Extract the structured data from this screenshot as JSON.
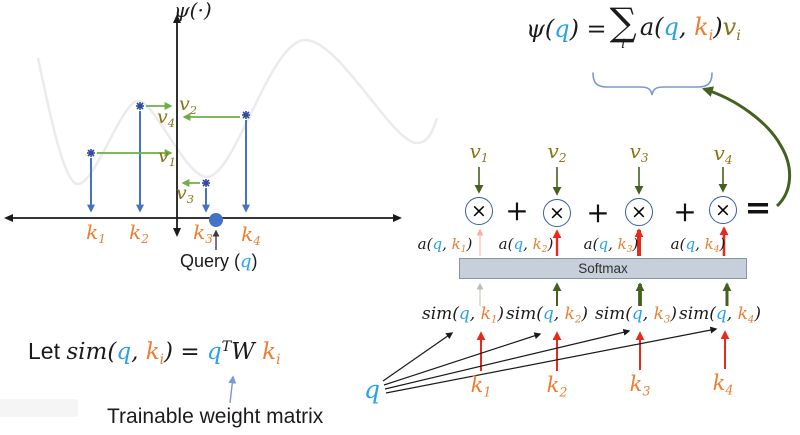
{
  "colors": {
    "blue": "#29A3E8",
    "orange": "#ED7D31",
    "olive": "#8A7419",
    "red": "#E8291C",
    "salmon": "#F5B09C",
    "green": "#70AD47",
    "darkgreen": "#44611F",
    "palegreen": "#B9C2AC",
    "blueline": "#4472C4",
    "navy": "#2E4A9E",
    "softblue": "#7B96D9",
    "softmax_fill": "#C7CFDA",
    "softmax_border": "#8495AB",
    "axis": "#1A1A1A",
    "curve": "#EBEBEB",
    "black": "#1B1B1B"
  },
  "left": {
    "psi_label": [
      {
        "t": "ψ(·)"
      }
    ],
    "v_labels": [
      [
        {
          "t": "v",
          "c": "olive"
        },
        {
          "t": "1",
          "c": "olive",
          "sub": 1
        }
      ],
      [
        {
          "t": "v",
          "c": "olive"
        },
        {
          "t": "2",
          "c": "olive",
          "sub": 1
        }
      ],
      [
        {
          "t": "v",
          "c": "olive"
        },
        {
          "t": "3",
          "c": "olive",
          "sub": 1
        }
      ],
      [
        {
          "t": "v",
          "c": "olive"
        },
        {
          "t": "4",
          "c": "olive",
          "sub": 1
        }
      ]
    ],
    "k_labels": [
      [
        {
          "t": "k",
          "c": "orange"
        },
        {
          "t": "1",
          "c": "orange",
          "sub": 1
        }
      ],
      [
        {
          "t": "k",
          "c": "orange"
        },
        {
          "t": "2",
          "c": "orange",
          "sub": 1
        }
      ],
      [
        {
          "t": "k",
          "c": "orange"
        },
        {
          "t": "3",
          "c": "orange",
          "sub": 1
        }
      ],
      [
        {
          "t": "k",
          "c": "orange"
        },
        {
          "t": "4",
          "c": "orange",
          "sub": 1
        }
      ]
    ],
    "query_label": [
      {
        "t": "Query ("
      },
      {
        "t": "q",
        "c": "blue",
        "m": 1
      },
      {
        "t": ")"
      }
    ]
  },
  "formulas": {
    "psi_lhs": [
      {
        "t": "ψ("
      },
      {
        "t": "q",
        "c": "blue"
      },
      {
        "t": ") = "
      }
    ],
    "sigma": "∑",
    "sigma_sub": "i",
    "psi_rhs": [
      {
        "t": "a("
      },
      {
        "t": "q",
        "c": "blue"
      },
      {
        "t": ", "
      },
      {
        "t": "k",
        "c": "orange"
      },
      {
        "t": "i",
        "c": "orange",
        "sub": 1
      },
      {
        "t": ")"
      },
      {
        "t": "v",
        "c": "olive"
      },
      {
        "t": "i",
        "c": "olive",
        "sub": 1
      }
    ],
    "let_formula": [
      {
        "t": "Let  ",
        "up": 1,
        "sf": 1
      },
      {
        "t": "sim("
      },
      {
        "t": "q",
        "c": "blue"
      },
      {
        "t": ", "
      },
      {
        "t": "k",
        "c": "orange"
      },
      {
        "t": "i",
        "c": "orange",
        "sub": 1
      },
      {
        "t": ") = "
      },
      {
        "t": "q",
        "c": "blue"
      },
      {
        "t": "T",
        "sup": 1
      },
      {
        "t": "W "
      },
      {
        "t": "k",
        "c": "orange"
      },
      {
        "t": "i",
        "c": "orange",
        "sub": 1
      }
    ],
    "trainable": [
      {
        "t": "Trainable weight matrix"
      }
    ]
  },
  "right": {
    "v_labels": [
      [
        {
          "t": "v",
          "c": "olive"
        },
        {
          "t": "1",
          "c": "olive",
          "sub": 1
        }
      ],
      [
        {
          "t": "v",
          "c": "olive"
        },
        {
          "t": "2",
          "c": "olive",
          "sub": 1
        }
      ],
      [
        {
          "t": "v",
          "c": "olive"
        },
        {
          "t": "3",
          "c": "olive",
          "sub": 1
        }
      ],
      [
        {
          "t": "v",
          "c": "olive"
        },
        {
          "t": "4",
          "c": "olive",
          "sub": 1
        }
      ]
    ],
    "a_labels": [
      [
        {
          "t": "a("
        },
        {
          "t": "q",
          "c": "blue"
        },
        {
          "t": ", "
        },
        {
          "t": "k",
          "c": "orange"
        },
        {
          "t": "1",
          "c": "orange",
          "sub": 1
        },
        {
          "t": ")"
        }
      ],
      [
        {
          "t": "a("
        },
        {
          "t": "q",
          "c": "blue"
        },
        {
          "t": ", "
        },
        {
          "t": "k",
          "c": "orange"
        },
        {
          "t": "2",
          "c": "orange",
          "sub": 1
        },
        {
          "t": ")"
        }
      ],
      [
        {
          "t": "a("
        },
        {
          "t": "q",
          "c": "blue"
        },
        {
          "t": ", "
        },
        {
          "t": "k",
          "c": "orange"
        },
        {
          "t": "3",
          "c": "orange",
          "sub": 1
        },
        {
          "t": ")"
        }
      ],
      [
        {
          "t": "a("
        },
        {
          "t": "q",
          "c": "blue"
        },
        {
          "t": ", "
        },
        {
          "t": "k",
          "c": "orange"
        },
        {
          "t": "4",
          "c": "orange",
          "sub": 1
        },
        {
          "t": ")"
        }
      ]
    ],
    "sim_labels": [
      [
        {
          "t": "sim("
        },
        {
          "t": "q",
          "c": "blue"
        },
        {
          "t": ", "
        },
        {
          "t": "k",
          "c": "orange"
        },
        {
          "t": "1",
          "c": "orange",
          "sub": 1
        },
        {
          "t": ")"
        }
      ],
      [
        {
          "t": "sim("
        },
        {
          "t": "q",
          "c": "blue"
        },
        {
          "t": ", "
        },
        {
          "t": "k",
          "c": "orange"
        },
        {
          "t": "2",
          "c": "orange",
          "sub": 1
        },
        {
          "t": ")"
        }
      ],
      [
        {
          "t": "sim("
        },
        {
          "t": "q",
          "c": "blue"
        },
        {
          "t": ", "
        },
        {
          "t": "k",
          "c": "orange"
        },
        {
          "t": "3",
          "c": "orange",
          "sub": 1
        },
        {
          "t": ")"
        }
      ],
      [
        {
          "t": "sim("
        },
        {
          "t": "q",
          "c": "blue"
        },
        {
          "t": ", "
        },
        {
          "t": "k",
          "c": "orange"
        },
        {
          "t": "4",
          "c": "orange",
          "sub": 1
        },
        {
          "t": ")"
        }
      ]
    ],
    "k_labels": [
      [
        {
          "t": "k",
          "c": "orange"
        },
        {
          "t": "1",
          "c": "orange",
          "sub": 1
        }
      ],
      [
        {
          "t": "k",
          "c": "orange"
        },
        {
          "t": "2",
          "c": "orange",
          "sub": 1
        }
      ],
      [
        {
          "t": "k",
          "c": "orange"
        },
        {
          "t": "3",
          "c": "orange",
          "sub": 1
        }
      ],
      [
        {
          "t": "k",
          "c": "orange"
        },
        {
          "t": "4",
          "c": "orange",
          "sub": 1
        }
      ]
    ],
    "q_label": [
      {
        "t": "q",
        "c": "blue"
      }
    ],
    "softmax": "Softmax",
    "plus": "+",
    "equals": "=",
    "times": "×"
  }
}
